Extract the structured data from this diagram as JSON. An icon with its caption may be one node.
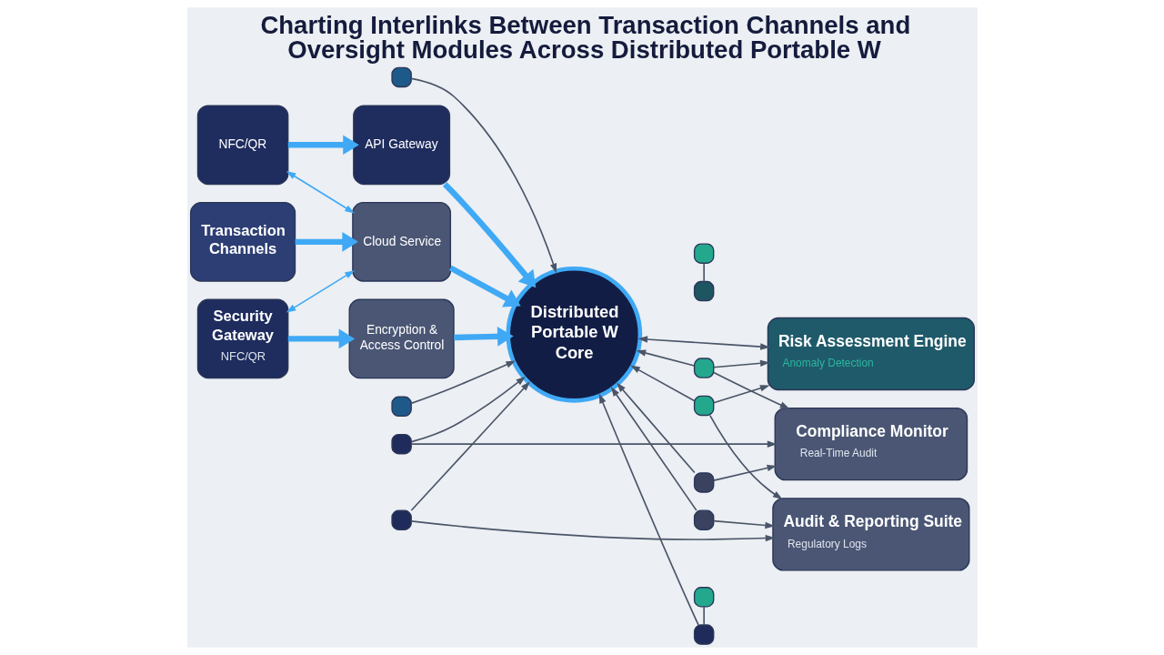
{
  "diagram": {
    "title": "Charting Interlinks Between Transaction Channels and Oversight Modules Across Distributed Portable W",
    "nodes": [
      {
        "text": [
          "NFC/QR"
        ]
      },
      {
        "text": [
          "Transaction Channels"
        ]
      },
      {
        "text": [
          "Security Gateway",
          "NFC/QR"
        ]
      },
      {
        "text": [
          "API Gateway"
        ]
      },
      {
        "text": [
          "Cloud Service"
        ]
      },
      {
        "text": [
          "Encryption & Access Control"
        ]
      },
      {
        "text": [
          "Distributed Portable W Core"
        ]
      },
      {
        "text": [
          "Compliance Monitor",
          "Real-Time Audit"
        ]
      },
      {
        "text": [
          "Risk Assessment Engine",
          "Anomaly Detection"
        ]
      },
      {
        "text": [
          "Audit & Reporting Suite",
          "Regulatory Logs"
        ]
      },
      {
        "text": [],
        "shape": "box"
      },
      {
        "text": [],
        "shape": "box"
      },
      {
        "text": [],
        "shape": "box"
      },
      {
        "text": [],
        "shape": "box"
      },
      {
        "text": [],
        "shape": "box"
      },
      {
        "text": [],
        "shape": "box"
      },
      {
        "text": [],
        "shape": "box"
      },
      {
        "text": [],
        "shape": "box"
      },
      {
        "text": [],
        "shape": "box"
      },
      {
        "text": [],
        "shape": "box"
      },
      {
        "text": [],
        "shape": "box"
      },
      {
        "text": [],
        "shape": "box"
      }
    ],
    "edges": [
      {
        "from": 0,
        "to": 3,
        "arrow": "to",
        "style": "thick",
        "color": "#3fa9f5"
      },
      {
        "from": 1,
        "to": 4,
        "arrow": "to",
        "style": "thick",
        "color": "#3fa9f5"
      },
      {
        "from": 2,
        "to": 5,
        "arrow": "to",
        "style": "thick",
        "color": "#3fa9f5"
      },
      {
        "from": 0,
        "to": 4,
        "arrow": "both",
        "color": "#3fa9f5"
      },
      {
        "from": 2,
        "to": 4,
        "arrow": "both",
        "color": "#3fa9f5"
      },
      {
        "from": 3,
        "to": 6,
        "arrow": "to",
        "style": "thick",
        "color": "#3fa9f5"
      },
      {
        "from": 4,
        "to": 6,
        "arrow": "to",
        "style": "thick",
        "color": "#3fa9f5"
      },
      {
        "from": 5,
        "to": 6,
        "arrow": "to",
        "style": "thick",
        "color": "#3fa9f5"
      },
      {
        "from": 10,
        "to": 6,
        "arrow": "to"
      },
      {
        "from": 11,
        "to": 6,
        "arrow": "to"
      },
      {
        "from": 11,
        "to": 7,
        "arrow": "to"
      },
      {
        "from": 12,
        "to": 7,
        "arrow": "to"
      },
      {
        "from": 12,
        "to": 6,
        "arrow": "to"
      },
      {
        "from": 13,
        "to": 14,
        "arrow": "none"
      },
      {
        "from": 15,
        "to": 6,
        "arrow": "to"
      },
      {
        "from": 15,
        "to": 7,
        "arrow": "to"
      },
      {
        "from": 15,
        "to": 8,
        "arrow": "to"
      },
      {
        "from": 6,
        "to": 8,
        "arrow": "both"
      },
      {
        "from": 16,
        "to": 6,
        "arrow": "to"
      },
      {
        "from": 16,
        "to": 8,
        "arrow": "to"
      },
      {
        "from": 16,
        "to": 9,
        "arrow": "to"
      },
      {
        "from": 17,
        "to": 6,
        "arrow": "to"
      },
      {
        "from": 18,
        "to": 17,
        "arrow": "none"
      },
      {
        "from": 19,
        "to": 6,
        "arrow": "to"
      },
      {
        "from": 19,
        "to": 9,
        "arrow": "to"
      },
      {
        "from": 20,
        "to": 9,
        "arrow": "to"
      },
      {
        "from": 20,
        "to": 6,
        "arrow": "to"
      },
      {
        "from": 21,
        "to": 6,
        "arrow": "to"
      }
    ]
  }
}
